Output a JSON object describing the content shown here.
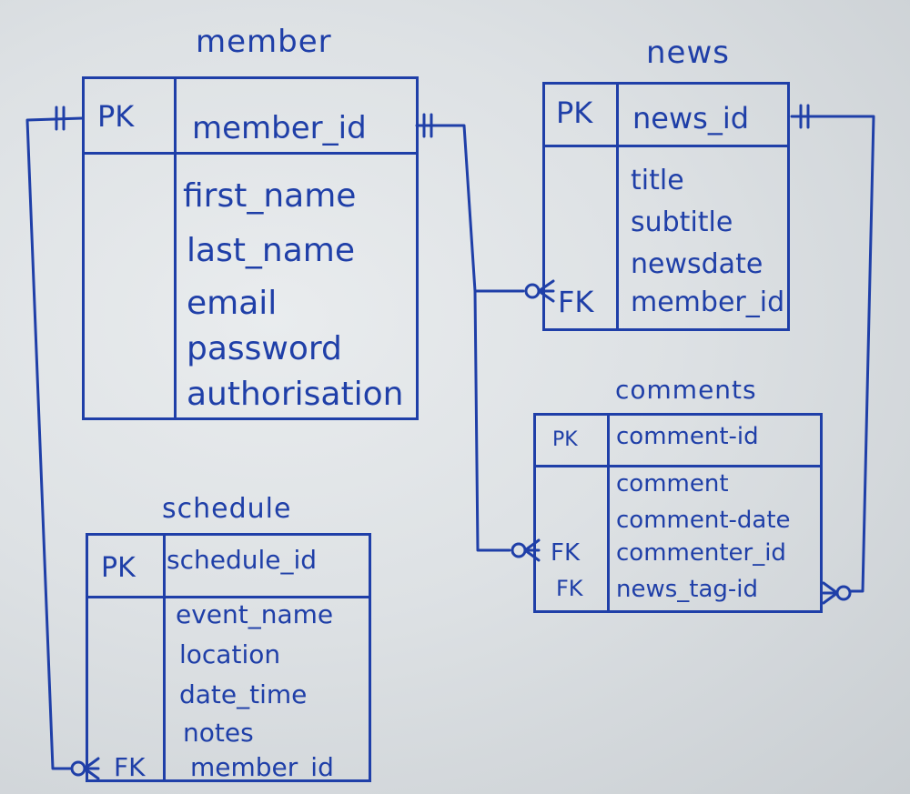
{
  "entities": {
    "member": {
      "name": "member",
      "pk_label": "PK",
      "pk_field": "member_id",
      "fields": [
        "first_name",
        "last_name",
        "email",
        "password",
        "authorisation"
      ]
    },
    "news": {
      "name": "news",
      "pk_label": "PK",
      "pk_field": "news_id",
      "fields": [
        "title",
        "subtitle",
        "newsdate",
        "member_id"
      ],
      "fk_label": "FK"
    },
    "comments": {
      "name": "comments",
      "pk_label": "PK",
      "pk_field": "comment-id",
      "fields": [
        "comment",
        "comment-date",
        "commenter_id",
        "news_tag-id"
      ],
      "fk_labels": [
        "FK",
        "FK"
      ]
    },
    "schedule": {
      "name": "schedule",
      "pk_label": "PK",
      "pk_field": "schedule_id",
      "fields": [
        "event_name",
        "location",
        "date_time",
        "notes",
        "member_id"
      ],
      "fk_label": "FK"
    }
  },
  "relationships": [
    {
      "from": "member.member_id",
      "to": "news.member_id",
      "from_card": "one-and-only-one",
      "to_card": "zero-or-many"
    },
    {
      "from": "member.member_id",
      "to": "comments.commenter_id",
      "from_card": "one-and-only-one",
      "to_card": "zero-or-many"
    },
    {
      "from": "member.member_id",
      "to": "schedule.member_id",
      "from_card": "one-and-only-one",
      "to_card": "zero-or-many"
    },
    {
      "from": "news.news_id",
      "to": "comments.news_tag-id",
      "from_card": "one-and-only-one",
      "to_card": "zero-or-many"
    }
  ],
  "colors": {
    "ink": "#1f3fa8",
    "board": "#e2e6e9"
  }
}
